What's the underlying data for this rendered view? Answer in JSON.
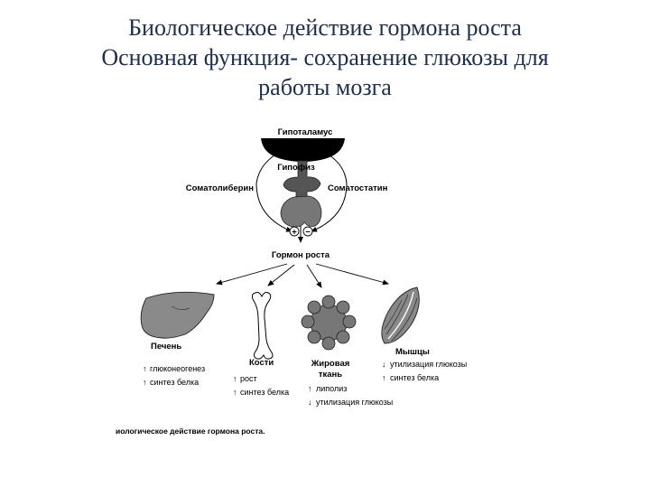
{
  "slide": {
    "title_line1": "Биологическое действие гормона роста",
    "title_line2": "Основная функция- сохранение глюкозы для",
    "title_line3": "работы мозга"
  },
  "diagram": {
    "hypothalamus": "Гипоталамус",
    "pituitary": "Гипофиз",
    "somatoliberin": "Соматолиберин",
    "somatostatin": "Соматостатин",
    "plus_sign": "+",
    "minus_sign": "−",
    "growth_hormone": "Гормон роста",
    "targets": {
      "liver": {
        "name": "Печень",
        "effects": [
          "глюконеогенез",
          "синтез белка"
        ]
      },
      "bones": {
        "name": "Кости",
        "effects": [
          "рост",
          "синтез белка"
        ]
      },
      "adipose": {
        "name_line1": "Жировая",
        "name_line2": "ткань",
        "effects": [
          "липолиз",
          "утилизация глюкозы"
        ]
      },
      "muscles": {
        "name": "Мышцы",
        "effects": [
          "утилизация глюкозы",
          "синтез белка"
        ]
      }
    },
    "caption": "иологическое действие гормона роста."
  }
}
